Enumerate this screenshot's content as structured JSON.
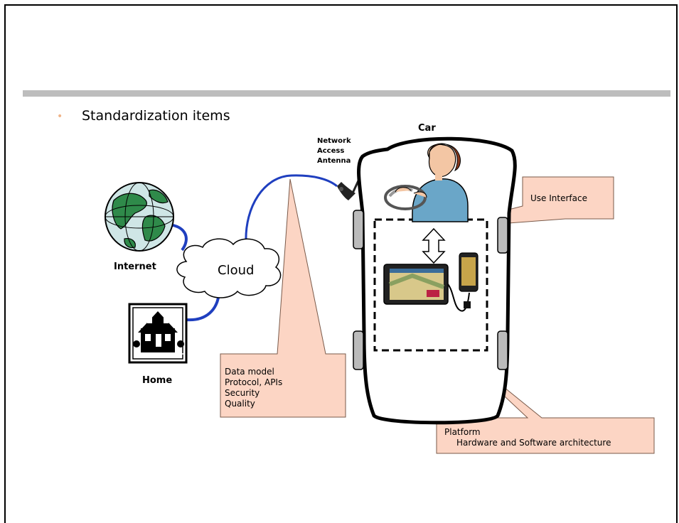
{
  "bullet": {
    "symbol": "•",
    "text": "Standardization items"
  },
  "labels": {
    "car": "Car",
    "network_antenna": [
      "Network",
      "Access",
      "Antenna"
    ],
    "internet": "Internet",
    "cloud": "Cloud",
    "home": "Home"
  },
  "callouts": {
    "user_interface": "Use Interface",
    "data_model": [
      "Data model",
      "Protocol, APIs",
      "Security",
      "Quality"
    ],
    "platform": [
      "Platform",
      "Hardware and Software architecture"
    ]
  },
  "colors": {
    "header_bar": "#bdbdbd",
    "bullet": "#f0b489",
    "callout_fill": "#fcd5c4",
    "callout_stroke": "#7a5a4a",
    "link_blue": "#1f3fbf",
    "globe_land": "#2f8a4a",
    "globe_ocean": "#cfe6e6"
  }
}
